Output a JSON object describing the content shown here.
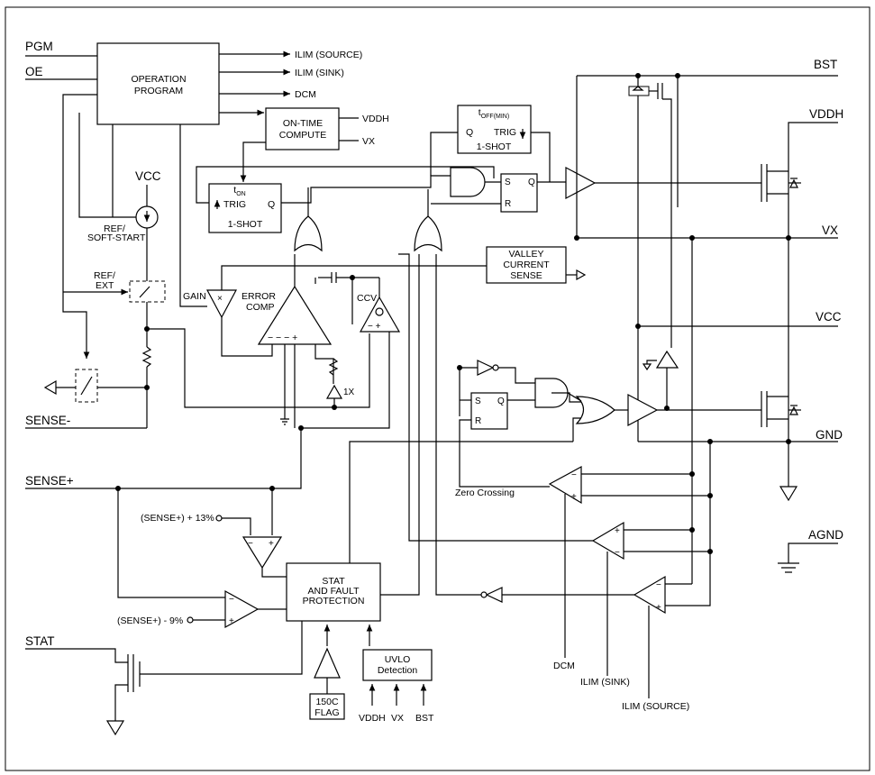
{
  "pins": {
    "pgm": "PGM",
    "oe": "OE",
    "vcc": "VCC",
    "sense_minus": "SENSE-",
    "sense_plus": "SENSE+",
    "stat": "STAT",
    "bst": "BST",
    "vddh": "VDDH",
    "vx": "VX",
    "vcc_right": "VCC",
    "gnd": "GND",
    "agnd": "AGND"
  },
  "blocks": {
    "operation_program": [
      "OPERATION",
      "PROGRAM"
    ],
    "on_time_compute": [
      "ON-TIME",
      "COMPUTE"
    ],
    "on_time_vddh": "VDDH",
    "on_time_vx": "VX",
    "toff_label": "t",
    "toff_sub": "OFF(MIN)",
    "toff_q": "Q",
    "toff_trig": "TRIG",
    "toff_oneshot": "1-SHOT",
    "ton_label": "t",
    "ton_sub": "ON",
    "ton_trig": "TRIG",
    "ton_q": "Q",
    "ton_oneshot": "1-SHOT",
    "sr_s": "S",
    "sr_q": "Q",
    "sr_r": "R",
    "sr2_s": "S",
    "sr2_q": "Q",
    "sr2_r": "R",
    "valley": [
      "VALLEY",
      "CURRENT",
      "SENSE"
    ],
    "stat_fault": [
      "STAT",
      "AND FAULT",
      "PROTECTION"
    ],
    "uvlo": [
      "UVLO",
      "Detection"
    ],
    "flag": [
      "150C",
      "FLAG"
    ]
  },
  "labels": {
    "ilim_source_out": "ILIM (SOURCE)",
    "ilim_sink_out": "ILIM (SINK)",
    "dcm_out": "DCM",
    "ref_softstart": [
      "REF/",
      "SOFT-START"
    ],
    "ref_ext": [
      "REF/",
      "EXT"
    ],
    "gain": "GAIN",
    "gain_x": "×",
    "error_comp": [
      "ERROR",
      "COMP"
    ],
    "error_signs": "− − − +",
    "ccv": "CCV",
    "ccv_signs": "−  +",
    "one_x": "1X",
    "zero_crossing": "Zero Crossing",
    "sense_plus_13": "(SENSE+) + 13%",
    "sense_plus_9": "(SENSE+) - 9%",
    "uvlo_vddh": "VDDH",
    "uvlo_vx": "VX",
    "uvlo_bst": "BST",
    "dcm_in": "DCM",
    "ilim_sink_in": "ILIM (SINK)",
    "ilim_source_in": "ILIM (SOURCE)",
    "plus": "+",
    "minus": "−"
  }
}
